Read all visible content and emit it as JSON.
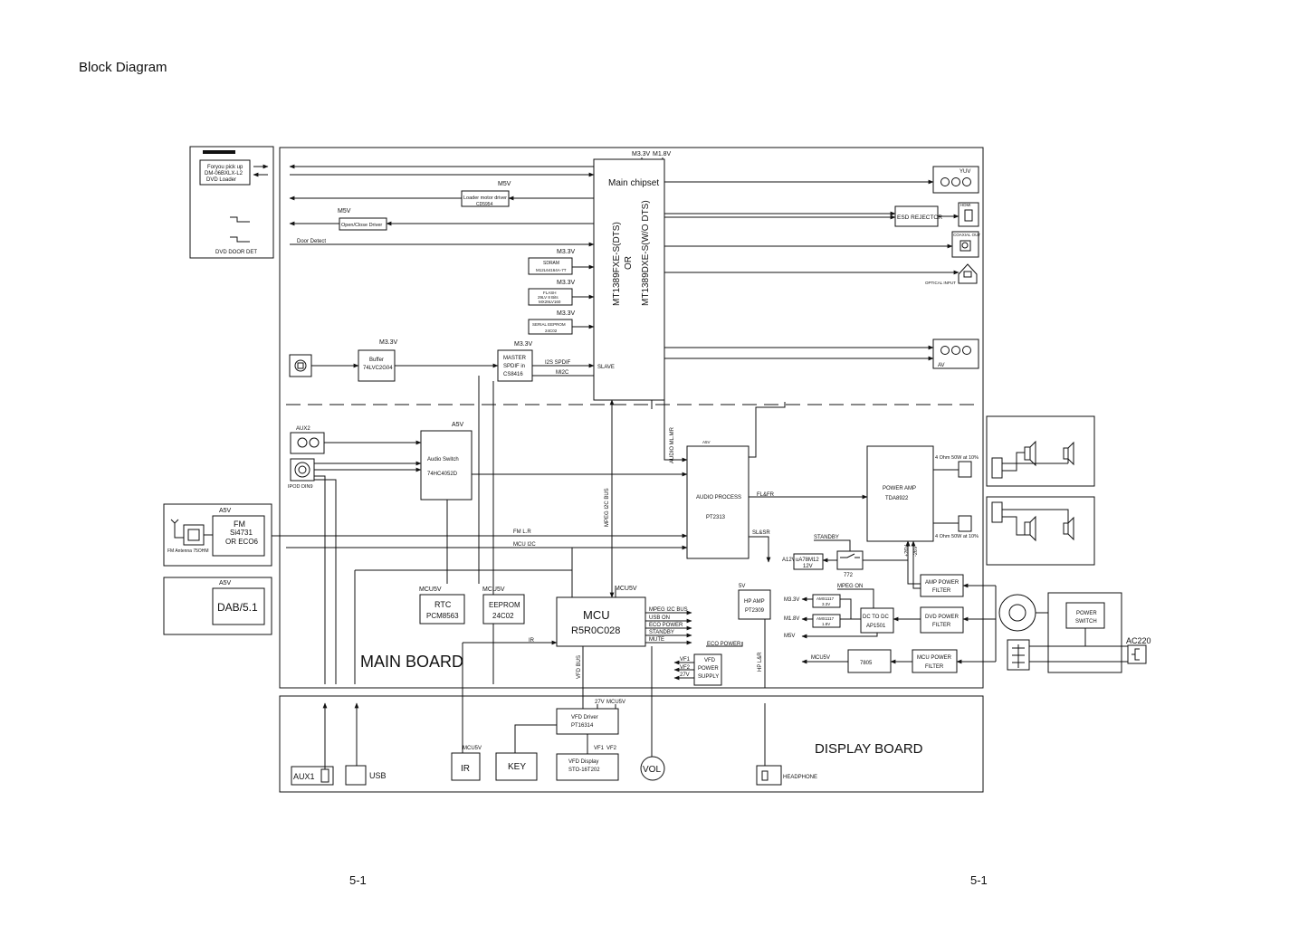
{
  "page": {
    "title": "Block Diagram",
    "page_left": "5-1",
    "page_right": "5-1"
  },
  "boards": {
    "main": "MAIN BOARD",
    "display": "DISPLAY BOARD"
  },
  "loader": {
    "pickup_line1": "Foryou pick up",
    "pickup_line2": "DM-06BXLX-L2",
    "pickup_line3": "DVD Loader",
    "door_det": "DVD DOOR DET"
  },
  "chipset": {
    "title": "Main chipset",
    "part1": "MT1389FXE-S(DTS)",
    "or": "OR",
    "part2": "MT1389DXE-S(W/O DTS)",
    "pwr1": "M3.3V",
    "pwr2": "M1.8V",
    "slave": "SLAVE"
  },
  "top_signals": {
    "m5v_a": "M5V",
    "loader_motor": "Loader motor driver",
    "loader_motor_ic": "CD5954",
    "m5v_b": "M5V",
    "open_close": "Open/Close Driver",
    "door_detect": "Door Detect"
  },
  "memories": {
    "m33_a": "M3.3V",
    "sdram": "SDRAM",
    "sdram_part": "M12L64164A-7T",
    "m33_b": "M3.3V",
    "flash": "FLASH",
    "flash_l2": "29LV 8 Bits",
    "flash_part": "MX29LV160",
    "m33_c": "M3.3V",
    "eeprom": "SERIAL EEPROM",
    "eeprom_part": "24C02"
  },
  "spdif": {
    "m33_buf": "M3.3V",
    "buffer": "Buffer",
    "buffer_part": "74LVC2G04",
    "m33_master": "M3.3V",
    "master": "MASTER",
    "spdif_in": "SPDIF in",
    "master_part": "CS8416",
    "i2s_spdif": "I2S SPDIF",
    "mi2c": "MI2C"
  },
  "outputs": {
    "yuv": "YUV",
    "esd": "ESD REJECTOR",
    "hdmi": "HDMI",
    "coaxial": "COAXIAL OUT",
    "optical": "OPTICAL INPUT",
    "av": "AV"
  },
  "audio_in": {
    "aux2": "AUX2",
    "a5v": "A5V",
    "switch": "Audio Switch",
    "switch_part": "74HC4052D",
    "ipod": "IPOD DIN9"
  },
  "tuner": {
    "a5v": "A5V",
    "fm": "FM",
    "fm_part": "Si4731",
    "fm_alt": "OR ECO6",
    "antenna": "FM Antenna 75OHM",
    "dab_a5v": "A5V",
    "dab": "DAB/5.1"
  },
  "buses": {
    "fm_lr": "FM L.R",
    "mcu_i2c": "MCU I2C",
    "mpeg_i2c": "MPEG I2C BUS",
    "audio_ml": "AUDIO ML.MR",
    "fl_fr": "FL&FR",
    "sl_sr": "SL&SR",
    "ir": "IR",
    "vfd_bus": "VFD BUS",
    "hp_lr": "HP L&R"
  },
  "audio_proc": {
    "a5v": "A5V",
    "name": "AUDIO PROCESS",
    "part": "PT2313"
  },
  "amp": {
    "name": "POWER AMP",
    "part": "TDA8922",
    "spk1": "4 Ohm 50W at 10%",
    "spk2": "4 Ohm 50W at 10%"
  },
  "mcu_area": {
    "rtc_v": "MCU5V",
    "rtc": "RTC",
    "rtc_part": "PCM8563",
    "eep_v": "MCU5V",
    "eeprom": "EEPROM",
    "eeprom_part": "24C02",
    "mcu_v": "MCU5V",
    "mcu": "MCU",
    "mcu_part": "R5R0C028",
    "sig1": "MPEG I2C BUS",
    "sig2": "USB ON",
    "sig3": "ECO POWER",
    "sig4": "STANDBY",
    "sig5": "MUTE"
  },
  "power": {
    "eco_power": "ECO  POWER",
    "vf1": "VF1",
    "vf2": "VF2",
    "v27": "27V",
    "vfd_pwr1": "VFD",
    "vfd_pwr2": "POWER",
    "vfd_pwr3": "SUPPLY",
    "hp_5v": "5V",
    "hp_amp": "HP AMP",
    "hp_part": "PT2309",
    "standby": "STANDBY",
    "a12v": "A12V",
    "reg12": "uA78M12",
    "reg12v": "12V",
    "relay": "772",
    "m33v": "M3.3V",
    "ams33": "AMS1117",
    "ams33v": "3.3V",
    "m18v": "M1.8V",
    "ams18": "AMS1117",
    "ams18v": "1.8V",
    "mpeg_on": "MPEG ON",
    "dcdc": "DC TO DC",
    "dcdc_part": "AP1501",
    "m5v": "M5V",
    "mcu5v": "MCU5V",
    "reg7805": "7805",
    "p26": "+26V",
    "n26": "-26V",
    "amp_filter1": "AMP POWER",
    "amp_filter2": "FILTER",
    "dvd_filter1": "DVD POWER",
    "dvd_filter2": "FILTER",
    "mcu_filter1": "MCU POWER",
    "mcu_filter2": "FILTER",
    "power_switch1": "POWER",
    "power_switch2": "SWITCH",
    "ac220": "AC220"
  },
  "display": {
    "v27": "27V",
    "mcu5v": "MCU5V",
    "vfd_driver": "VFD Driver",
    "vfd_driver_part": "PT16314",
    "ir_v": "MCU5V",
    "ir": "IR",
    "key": "KEY",
    "vf1": "VF1",
    "vf2": "VF2",
    "vfd_display": "VFD Display",
    "vfd_display_part": "STO-16T202",
    "vol": "VOL",
    "aux1": "AUX1",
    "usb": "USB",
    "headphone": "HEADPHONE"
  }
}
